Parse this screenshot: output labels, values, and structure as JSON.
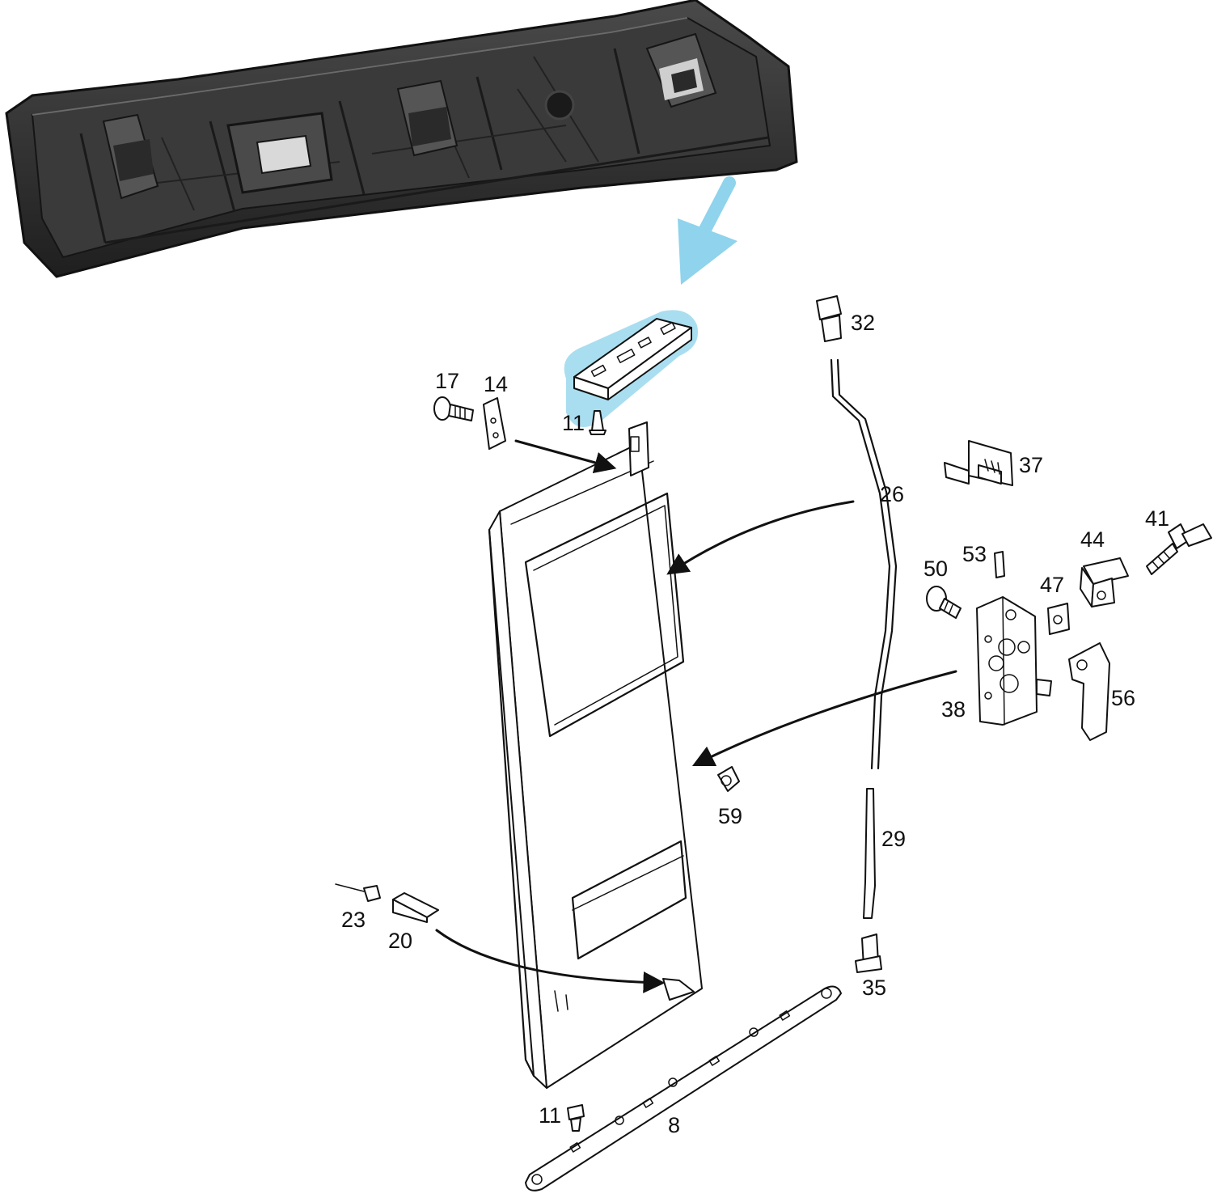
{
  "colors": {
    "background": "#ffffff",
    "line_art": "#111111",
    "highlight": "#a9def0",
    "pointer_arrow": "#8fd3ec",
    "photo_plastic": "#2e2e2e"
  },
  "photo": {
    "icon": "plastic-bracket-photo"
  },
  "diagram": {
    "callouts": [
      "17",
      "14",
      "11",
      "32",
      "26",
      "37",
      "41",
      "44",
      "53",
      "50",
      "47",
      "38",
      "56",
      "59",
      "29",
      "23",
      "20",
      "35",
      "11",
      "8"
    ]
  }
}
